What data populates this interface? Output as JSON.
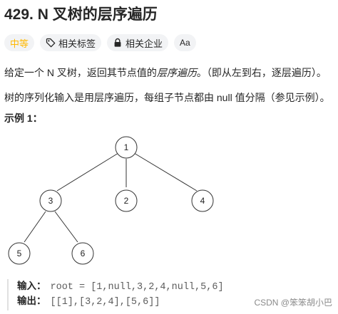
{
  "problem": {
    "title": "429. N 叉树的层序遍历"
  },
  "tags": {
    "difficulty": "中等",
    "related_tags": "相关标签",
    "related_companies": "相关企业",
    "translate": "Aa"
  },
  "description": {
    "line1_prefix": "给定一个 N 叉树，返回其节点值的",
    "line1_emphasis": "层序遍历",
    "line1_suffix": "。（即从左到右，逐层遍历）。",
    "line2": "树的序列化输入是用层序遍历，每组子节点都由 null 值分隔（参见示例）。"
  },
  "example": {
    "title": "示例 1：",
    "nodes": [
      "1",
      "2",
      "3",
      "4",
      "5",
      "6"
    ],
    "input_label": "输入：",
    "input_value": "root = [1,null,3,2,4,null,5,6]",
    "output_label": "输出：",
    "output_value": "[[1],[3,2,4],[5,6]]"
  },
  "watermark": "CSDN @笨笨胡小巴",
  "colors": {
    "difficulty": "#ffb800",
    "tag_bg": "#f2f3f5"
  },
  "icons": {
    "related_tags": "tag-icon",
    "related_companies": "lock-icon",
    "translate": "translate-icon"
  }
}
